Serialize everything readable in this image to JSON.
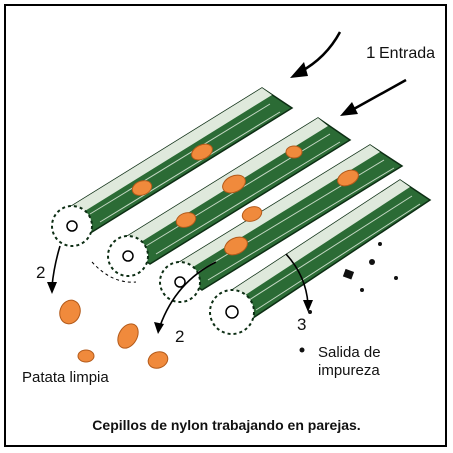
{
  "labels": {
    "entrada_num": "1",
    "entrada": "Entrada",
    "num_2_left": "2",
    "num_2_mid": "2",
    "num_3": "3",
    "salida_line1": "Salida de",
    "salida_line2": "impureza",
    "patata": "Patata limpia"
  },
  "caption": "Cepillos de nylon trabajando en parejas.",
  "colors": {
    "brush": "#1e5a2a",
    "brush_light": "#e8efe6",
    "potato": "#f08a3c",
    "ink": "#000000"
  }
}
